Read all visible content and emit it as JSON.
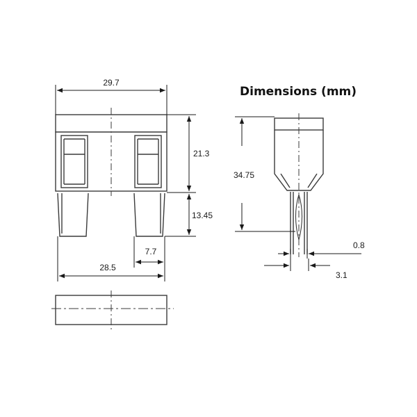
{
  "title": "Dimensions (mm)",
  "dimensions": {
    "overall_width": "29.7",
    "body_height": "21.3",
    "blade_length": "13.45",
    "blade_width": "7.7",
    "blade_span": "28.5",
    "total_height": "34.75",
    "blade_thickness": "0.8",
    "side_width": "3.1"
  },
  "colors": {
    "outline": "#3a3a3a",
    "dim_line": "#1a1a1a",
    "background": "#ffffff"
  }
}
